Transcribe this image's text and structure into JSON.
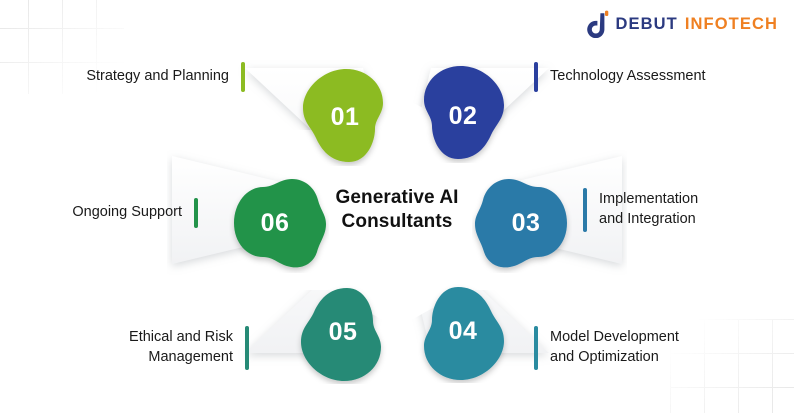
{
  "brand": {
    "logo_icon": "debut-d-mark-icon",
    "name_part1": "DEBUT",
    "name_part2": "INFOTECH",
    "color_primary": "#2b3a80",
    "color_accent": "#ef8022"
  },
  "center": {
    "title_line1": "Generative AI",
    "title_line2": "Consultants"
  },
  "nodes": [
    {
      "number": "01",
      "label": "Strategy and Planning",
      "color": "#8cbb22",
      "side": "left"
    },
    {
      "number": "02",
      "label": "Technology Assessment",
      "color": "#2a3f9e",
      "side": "right"
    },
    {
      "number": "03",
      "label": "Implementation\nand Integration",
      "color": "#2b7aa8",
      "side": "right"
    },
    {
      "number": "04",
      "label": "Model Development\nand Optimization",
      "color": "#2a8ba0",
      "side": "right"
    },
    {
      "number": "05",
      "label": "Ethical and Risk\nManagement",
      "color": "#268a76",
      "side": "left"
    },
    {
      "number": "06",
      "label": "Ongoing Support",
      "color": "#23934a",
      "side": "left"
    }
  ],
  "background": {
    "page_color": "#ffffff",
    "grid_dot_color": "#d8d8d8"
  }
}
